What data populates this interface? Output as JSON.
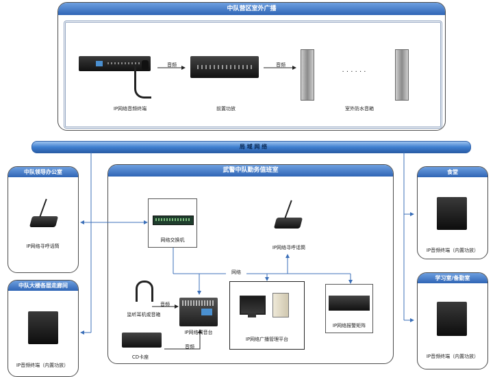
{
  "top_panel": {
    "title": "中队营区室外广播",
    "labels": {
      "ip_terminal": "IP网络音频终端",
      "amp": "前置功放",
      "speaker": "室外防水音箱",
      "audio1": "音频",
      "audio2": "音频",
      "dots": "· · · · · ·"
    }
  },
  "lan": {
    "label": "局 域 网 络"
  },
  "leader_office": {
    "title": "中队领导办公室",
    "device": "IP网络寻呼话筒"
  },
  "corridor": {
    "title": "中队大楼各层走廊间",
    "device": "IP音频终端（内置功放）"
  },
  "duty_room": {
    "title": "武警中队勤务值班室",
    "switch": "网络交换机",
    "paging_mic": "IP网络寻呼话筒",
    "network": "网络",
    "headphones": "监听耳机或音箱",
    "mixer": "IP网络调音台",
    "platform": "IP网络广播管理平台",
    "alarm": "IP网络报警矩阵",
    "cd": "CD卡座",
    "audio_a": "音频",
    "audio_b": "音频"
  },
  "canteen": {
    "title": "食堂",
    "device": "IP音频终端（内置功放）"
  },
  "study_room": {
    "title": "学习室/备勤室",
    "device": "IP音频终端（内置功放）"
  }
}
